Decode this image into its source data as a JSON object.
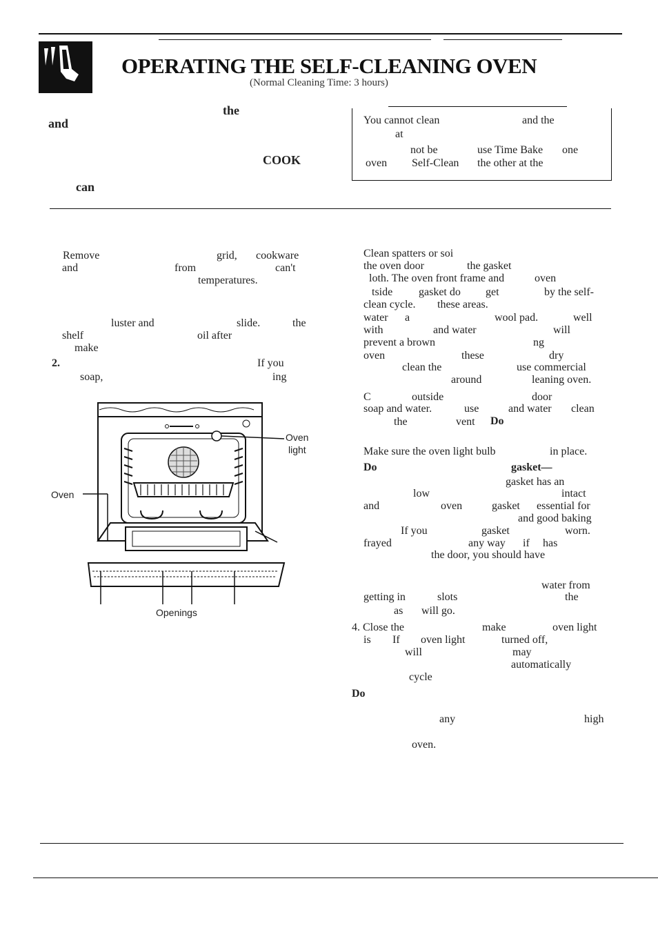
{
  "header": {
    "title": "OPERATING THE SELF-CLEANING OVEN",
    "subtitle": "(Normal Cleaning Time: 3 hours)"
  },
  "logo": {
    "icon": "hand-pointer-icon"
  },
  "intro": {
    "word_the": "the",
    "word_and": "and",
    "word_cook": "COOK",
    "word_can": "can"
  },
  "note": {
    "line1_a": "You cannot clean",
    "line1_b": "and the",
    "line2": "at",
    "line3_a": "not be",
    "line3_b": "use Time Bake",
    "line3_c": "one",
    "line4_a": "oven",
    "line4_b": "Self-Clean",
    "line4_c": "the other at the"
  },
  "left_col": {
    "l1": [
      "Remove",
      "grid,",
      "cookware"
    ],
    "l2": [
      "and",
      "from",
      "can't"
    ],
    "l3": [
      "temperatures."
    ],
    "l4": [
      "luster and",
      "slide.",
      "the"
    ],
    "l5": [
      "shelf",
      "oil after"
    ],
    "l6": [
      "make"
    ],
    "l7": [
      "2.",
      "If you"
    ],
    "l8": [
      "soap,",
      "ing"
    ]
  },
  "right_col": {
    "r1": "Clean spatters or soi",
    "r2a": "the oven door",
    "r2b": "the gasket",
    "r3a": "loth. The oven front frame and",
    "r3b": "oven",
    "r4a": "tside",
    "r4b": "gasket do",
    "r4c": "get",
    "r4d": "by the self-",
    "r5a": "clean cycle.",
    "r5b": "these areas.",
    "r6a": "water",
    "r6b": "a",
    "r6c": "wool pad.",
    "r6d": "well",
    "r7a": "with",
    "r7b": "and water",
    "r7c": "will",
    "r8a": "prevent a brown",
    "r8b": "ng",
    "r9a": "oven",
    "r9b": "these",
    "r9c": "dry",
    "r10a": "clean the",
    "r10b": "use commercial",
    "r11a": "around",
    "r11b": "leaning oven.",
    "r12a": "C",
    "r12b": "outside",
    "r12c": "door",
    "r13a": "soap and water.",
    "r13b": "use",
    "r13c": "and water",
    "r13d": "clean",
    "r14a": "the",
    "r14b": "vent",
    "r14c": "Do",
    "r15a": "Make sure the oven light bulb",
    "r15b": "in place.",
    "r16a": "Do",
    "r16b": "gasket—",
    "r17": "gasket has an",
    "r18a": "low",
    "r18b": "intact",
    "r19a": "and",
    "r19b": "oven",
    "r19c": "gasket",
    "r19d": "essential for",
    "r20": "and good baking",
    "r21a": "If you",
    "r21b": "gasket",
    "r21c": "worn.",
    "r22a": "frayed",
    "r22b": "any way",
    "r22c": "if",
    "r22d": "has",
    "r23": "the door, you should have",
    "r24": "water from",
    "r25a": "getting in",
    "r25b": "slots",
    "r25c": "the",
    "r26a": "as",
    "r26b": "will go.",
    "r27a": "4. Close the",
    "r27b": "make",
    "r27c": "oven light",
    "r28a": "is",
    "r28b": "If",
    "r28c": "oven light",
    "r28d": "turned off,",
    "r29a": "will",
    "r29b": "may",
    "r30": "automatically",
    "r31": "cycle",
    "r32": "Do",
    "r33a": "any",
    "r33b": "high",
    "r34": "oven."
  },
  "figure": {
    "label_oven_light": "Oven light",
    "label_oven_light_1": "Oven",
    "label_oven_light_2": "light",
    "label_oven": "Oven",
    "label_openings": "Openings"
  }
}
